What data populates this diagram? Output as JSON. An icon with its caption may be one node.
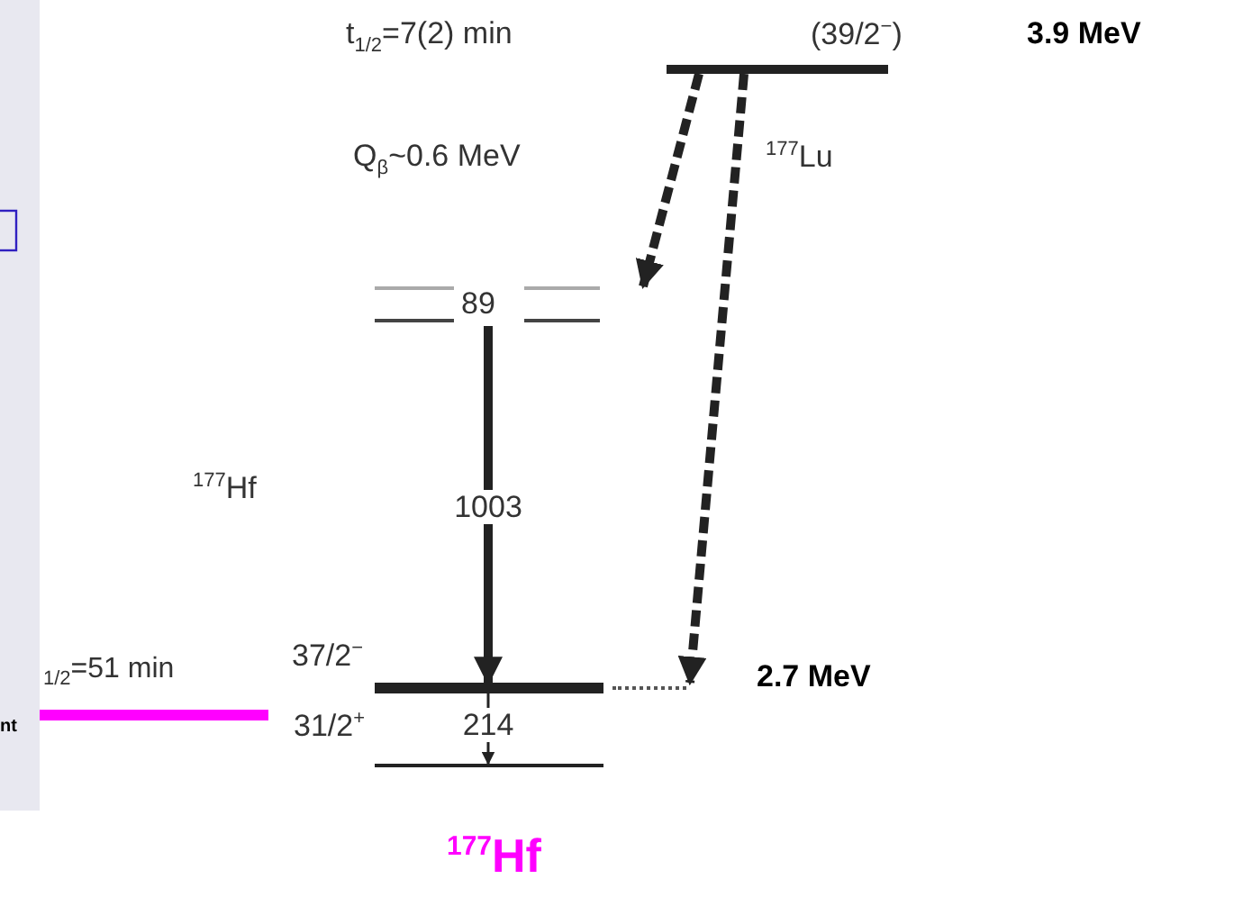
{
  "diagram": {
    "nodes": [
      {
        "text": [
          "(39/2$^{−}$)"
        ]
      },
      {
        "text": [
          "89"
        ]
      },
      {
        "text": [
          "37/2$^{−}$"
        ]
      },
      {
        "text": [
          "31/2$^{+}$"
        ]
      }
    ],
    "edges": [
      {
        "from": 0,
        "to": 1,
        "arrow": "to",
        "style": "dashed"
      },
      {
        "from": 0,
        "to": 2,
        "arrow": "to",
        "style": "dashed"
      },
      {
        "from": 1,
        "to": 2,
        "arrow": "to",
        "label": "1003"
      },
      {
        "from": 2,
        "to": 3,
        "arrow": "to",
        "label": "214"
      }
    ],
    "labels": [
      "t$_{1/2}$=7(2) min",
      "3.9 MeV",
      "Q$_{β}$~0.6 MeV",
      "$^{177}$Lu",
      "$^{177}$Hf",
      "$_{1/2}$=51 min",
      "2.7 MeV",
      "nt",
      "$^{177}$Hf"
    ]
  }
}
